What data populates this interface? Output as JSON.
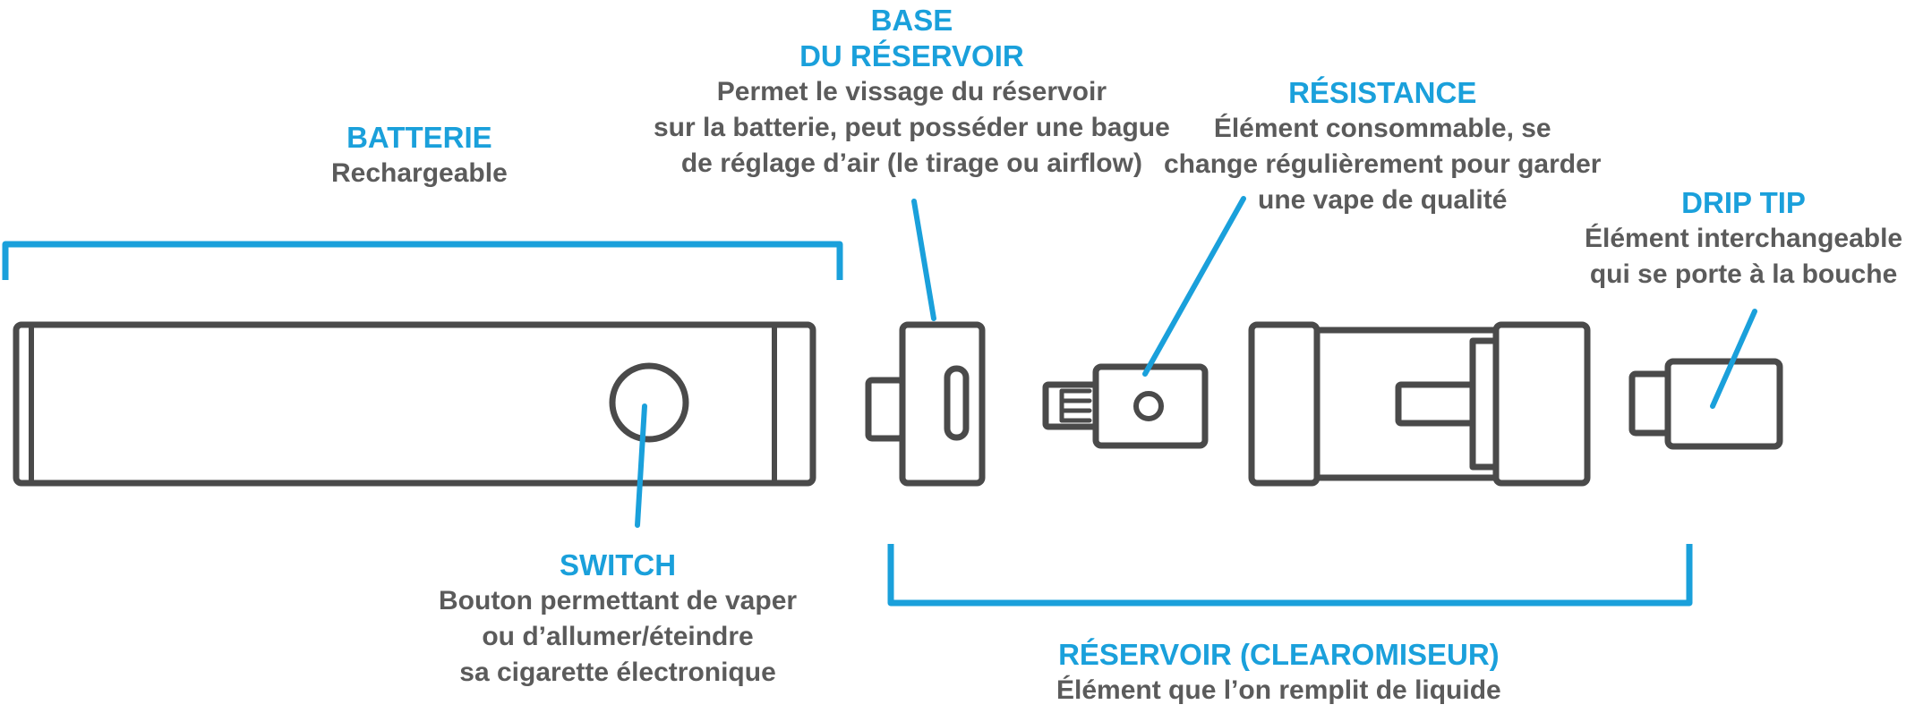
{
  "colors": {
    "accent": "#1aa0db",
    "outline": "#4a4a4a",
    "text": "#5b5b5b"
  },
  "labels": {
    "batterie": {
      "title": "BATTERIE",
      "desc": [
        "Rechargeable"
      ]
    },
    "base": {
      "title": [
        "BASE",
        "DU RÉSERVOIR"
      ],
      "desc": [
        "Permet le vissage du réservoir",
        "sur la batterie, peut posséder une bague",
        "de réglage d’air (le tirage ou airflow)"
      ]
    },
    "resistance": {
      "title": "RÉSISTANCE",
      "desc": [
        "Élément consommable, se",
        "change régulièrement pour garder",
        "une vape de qualité"
      ]
    },
    "drip_tip": {
      "title": "DRIP TIP",
      "desc": [
        "Élément interchangeable",
        "qui se porte à la bouche"
      ]
    },
    "switch": {
      "title": "SWITCH",
      "desc": [
        "Bouton permettant de vaper",
        "ou d’allumer/éteindre",
        "sa cigarette électronique"
      ]
    },
    "reservoir": {
      "title": "RÉSERVOIR (CLEAROMISEUR)",
      "desc": [
        "Élément que l’on remplit de liquide"
      ]
    }
  }
}
